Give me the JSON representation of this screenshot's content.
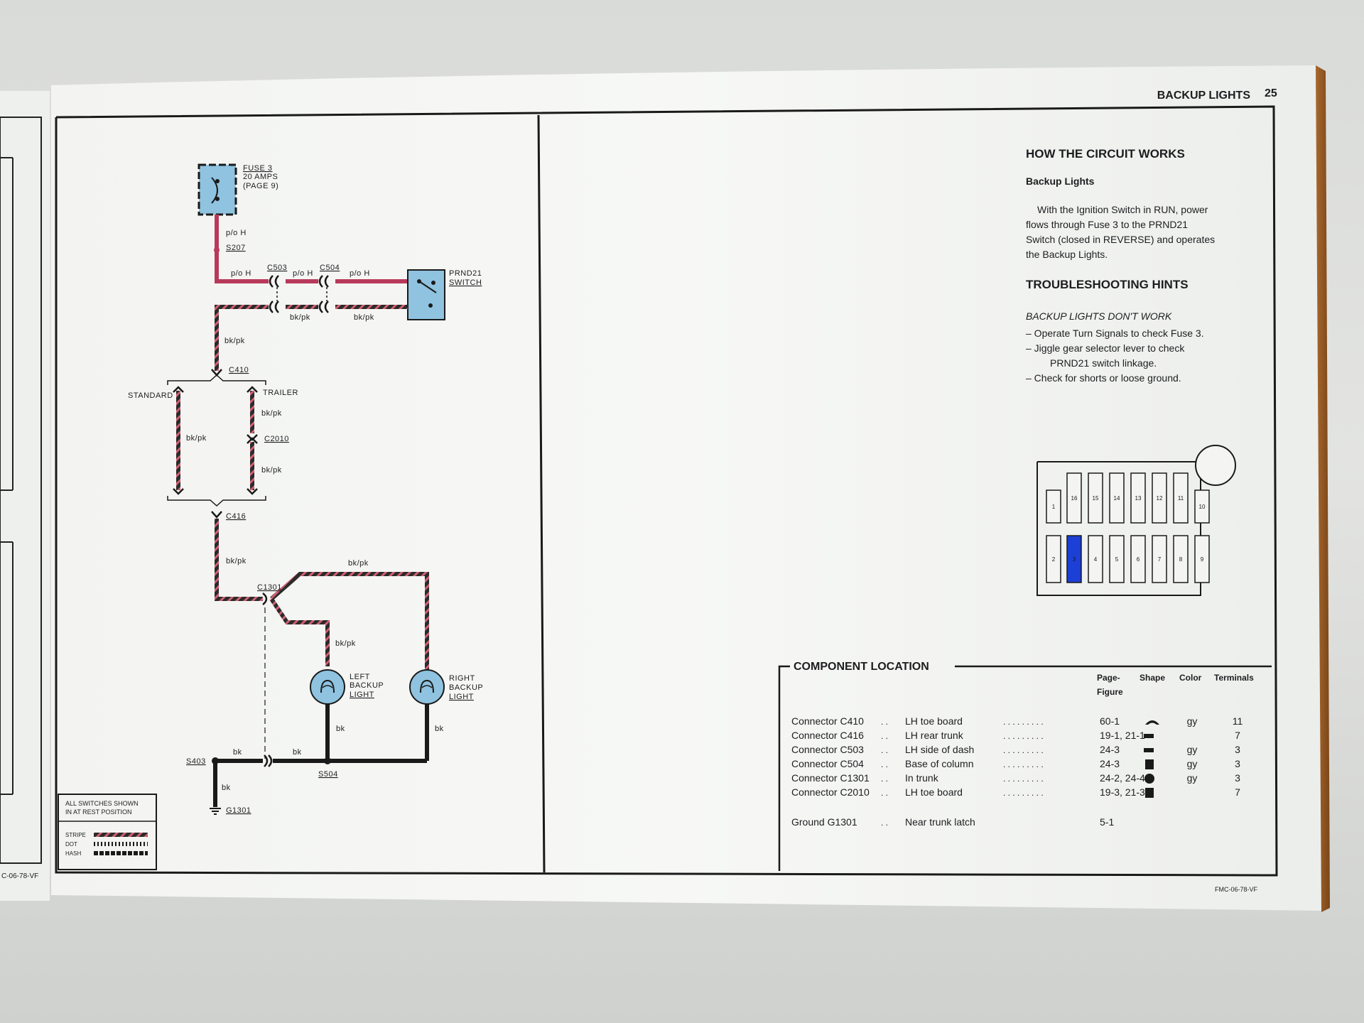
{
  "page": {
    "title": "BACKUP LIGHTS",
    "page_number": "25",
    "footer_left": "C-06-78-VF",
    "footer_right": "FMC-06-78-VF"
  },
  "diagram": {
    "fuse": {
      "name": "FUSE 3",
      "rating": "20 AMPS",
      "page_ref": "(PAGE 9)"
    },
    "prnd21": {
      "line1": "PRND21",
      "line2": "SWITCH"
    },
    "wire_labels": {
      "p_o_h": "p/o H",
      "bk_pk": "bk/pk",
      "bk": "bk"
    },
    "splices": {
      "s207": "S207",
      "s403": "S403",
      "s504": "S504"
    },
    "connectors": {
      "c503": "C503",
      "c504": "C504",
      "c410": "C410",
      "c2010": "C2010",
      "c416": "C416",
      "c1301": "C1301"
    },
    "branches": {
      "standard": "STANDARD",
      "trailer": "TRAILER"
    },
    "left_lamp": {
      "line1": "LEFT",
      "line2": "BACKUP",
      "line3": "LIGHT"
    },
    "right_lamp": {
      "line1": "RIGHT",
      "line2": "BACKUP",
      "line3": "LIGHT"
    },
    "ground": "G1301",
    "legend": {
      "note_line1": "ALL SWITCHES SHOWN",
      "note_line2": "IN AT REST POSITION",
      "stripe": "STRIPE",
      "dot": "DOT",
      "hash": "HASH"
    },
    "colors": {
      "power": "#b83a5a",
      "ground_wire": "#2a2a2a",
      "component_fill": "#8fc3df",
      "fuse_highlight": "#1c3fd6"
    }
  },
  "text_panel": {
    "heading1": "HOW THE CIRCUIT WORKS",
    "subheading1": "Backup Lights",
    "para_lines": [
      "With the Ignition Switch in RUN, power",
      "flows through Fuse 3 to the PRND21",
      "Switch (closed in REVERSE) and operates",
      "the Backup Lights."
    ],
    "heading2": "TROUBLESHOOTING HINTS",
    "subheading2": "BACKUP LIGHTS DON'T WORK",
    "hint_lines": [
      "– Operate Turn Signals to check Fuse 3.",
      "– Jiggle gear selector lever to check",
      "PRND21 switch linkage.",
      "– Check for shorts or loose ground."
    ]
  },
  "fuse_block": {
    "top_row": [
      "1",
      "16",
      "15",
      "14",
      "13",
      "12",
      "11",
      "10"
    ],
    "bottom_row": [
      "2",
      "3",
      "4",
      "5",
      "6",
      "7",
      "8",
      "9"
    ],
    "highlighted": "3"
  },
  "component_location": {
    "title": "COMPONENT LOCATION",
    "headers": {
      "page_figure_1": "Page-",
      "page_figure_2": "Figure",
      "shape": "Shape",
      "color": "Color",
      "terminals": "Terminals"
    },
    "rows": [
      {
        "name": "Connector C410",
        "location": "LH toe board",
        "page": "60-1",
        "color": "gy",
        "terminals": "11"
      },
      {
        "name": "Connector C416",
        "location": "LH rear trunk",
        "page": "19-1, 21-1",
        "color": "",
        "terminals": "7"
      },
      {
        "name": "Connector C503",
        "location": "LH side of dash",
        "page": "24-3",
        "color": "gy",
        "terminals": "3"
      },
      {
        "name": "Connector C504",
        "location": "Base of column",
        "page": "24-3",
        "color": "gy",
        "terminals": "3"
      },
      {
        "name": "Connector C1301",
        "location": "In trunk",
        "page": "24-2, 24-4",
        "color": "gy",
        "terminals": "3"
      },
      {
        "name": "Connector C2010",
        "location": "LH toe board",
        "page": "19-3, 21-3",
        "color": "",
        "terminals": "7"
      },
      {
        "name": "Ground G1301",
        "location": "Near trunk latch",
        "page": "5-1",
        "color": "",
        "terminals": ""
      }
    ]
  }
}
